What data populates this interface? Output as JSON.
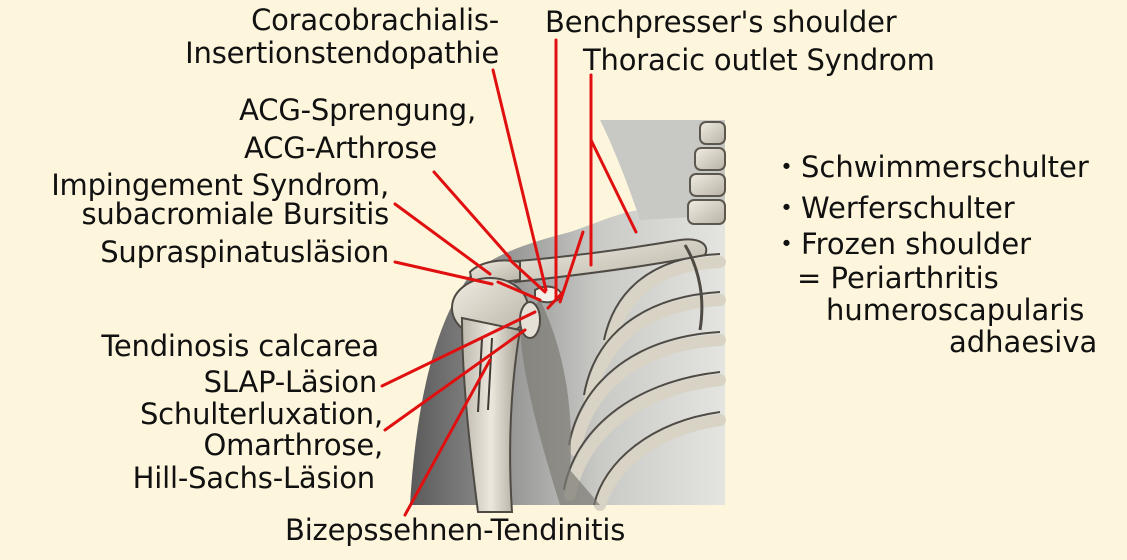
{
  "labels": {
    "coracobrachialis_1": "Coracobrachialis-",
    "coracobrachialis_2": "Insertionstendopathie",
    "benchpresser": "Benchpresser's shoulder",
    "thoracic": "Thoracic outlet Syndrom",
    "acg_1": "ACG-Sprengung,",
    "acg_2": "ACG-Arthrose",
    "impingement_1": "Impingement Syndrom,",
    "impingement_2": "subacromiale Bursitis",
    "supraspinatus": "Supraspinatusläsion",
    "tendinosis": "Tendinosis calcarea",
    "slap": "SLAP-Läsion",
    "luxation": "Schulterluxation,",
    "omarthrose": "Omarthrose,",
    "hillsachs": "Hill-Sachs-Läsion",
    "bizeps": "Bizepssehnen-Tendinitis"
  },
  "side_list": {
    "item1": "・Schwimmerschulter",
    "item2": "・Werferschulter",
    "item3": "・Frozen shoulder",
    "item4": "= Periarthritis",
    "item5": "humeroscapularis",
    "item6": "adhaesiva"
  },
  "colors": {
    "background": "#fdf5dc",
    "pointer": "#e01010",
    "bone": "#d9d4c6",
    "bone_dark": "#6a655a",
    "skin_shadow": "#5b5b5b"
  }
}
